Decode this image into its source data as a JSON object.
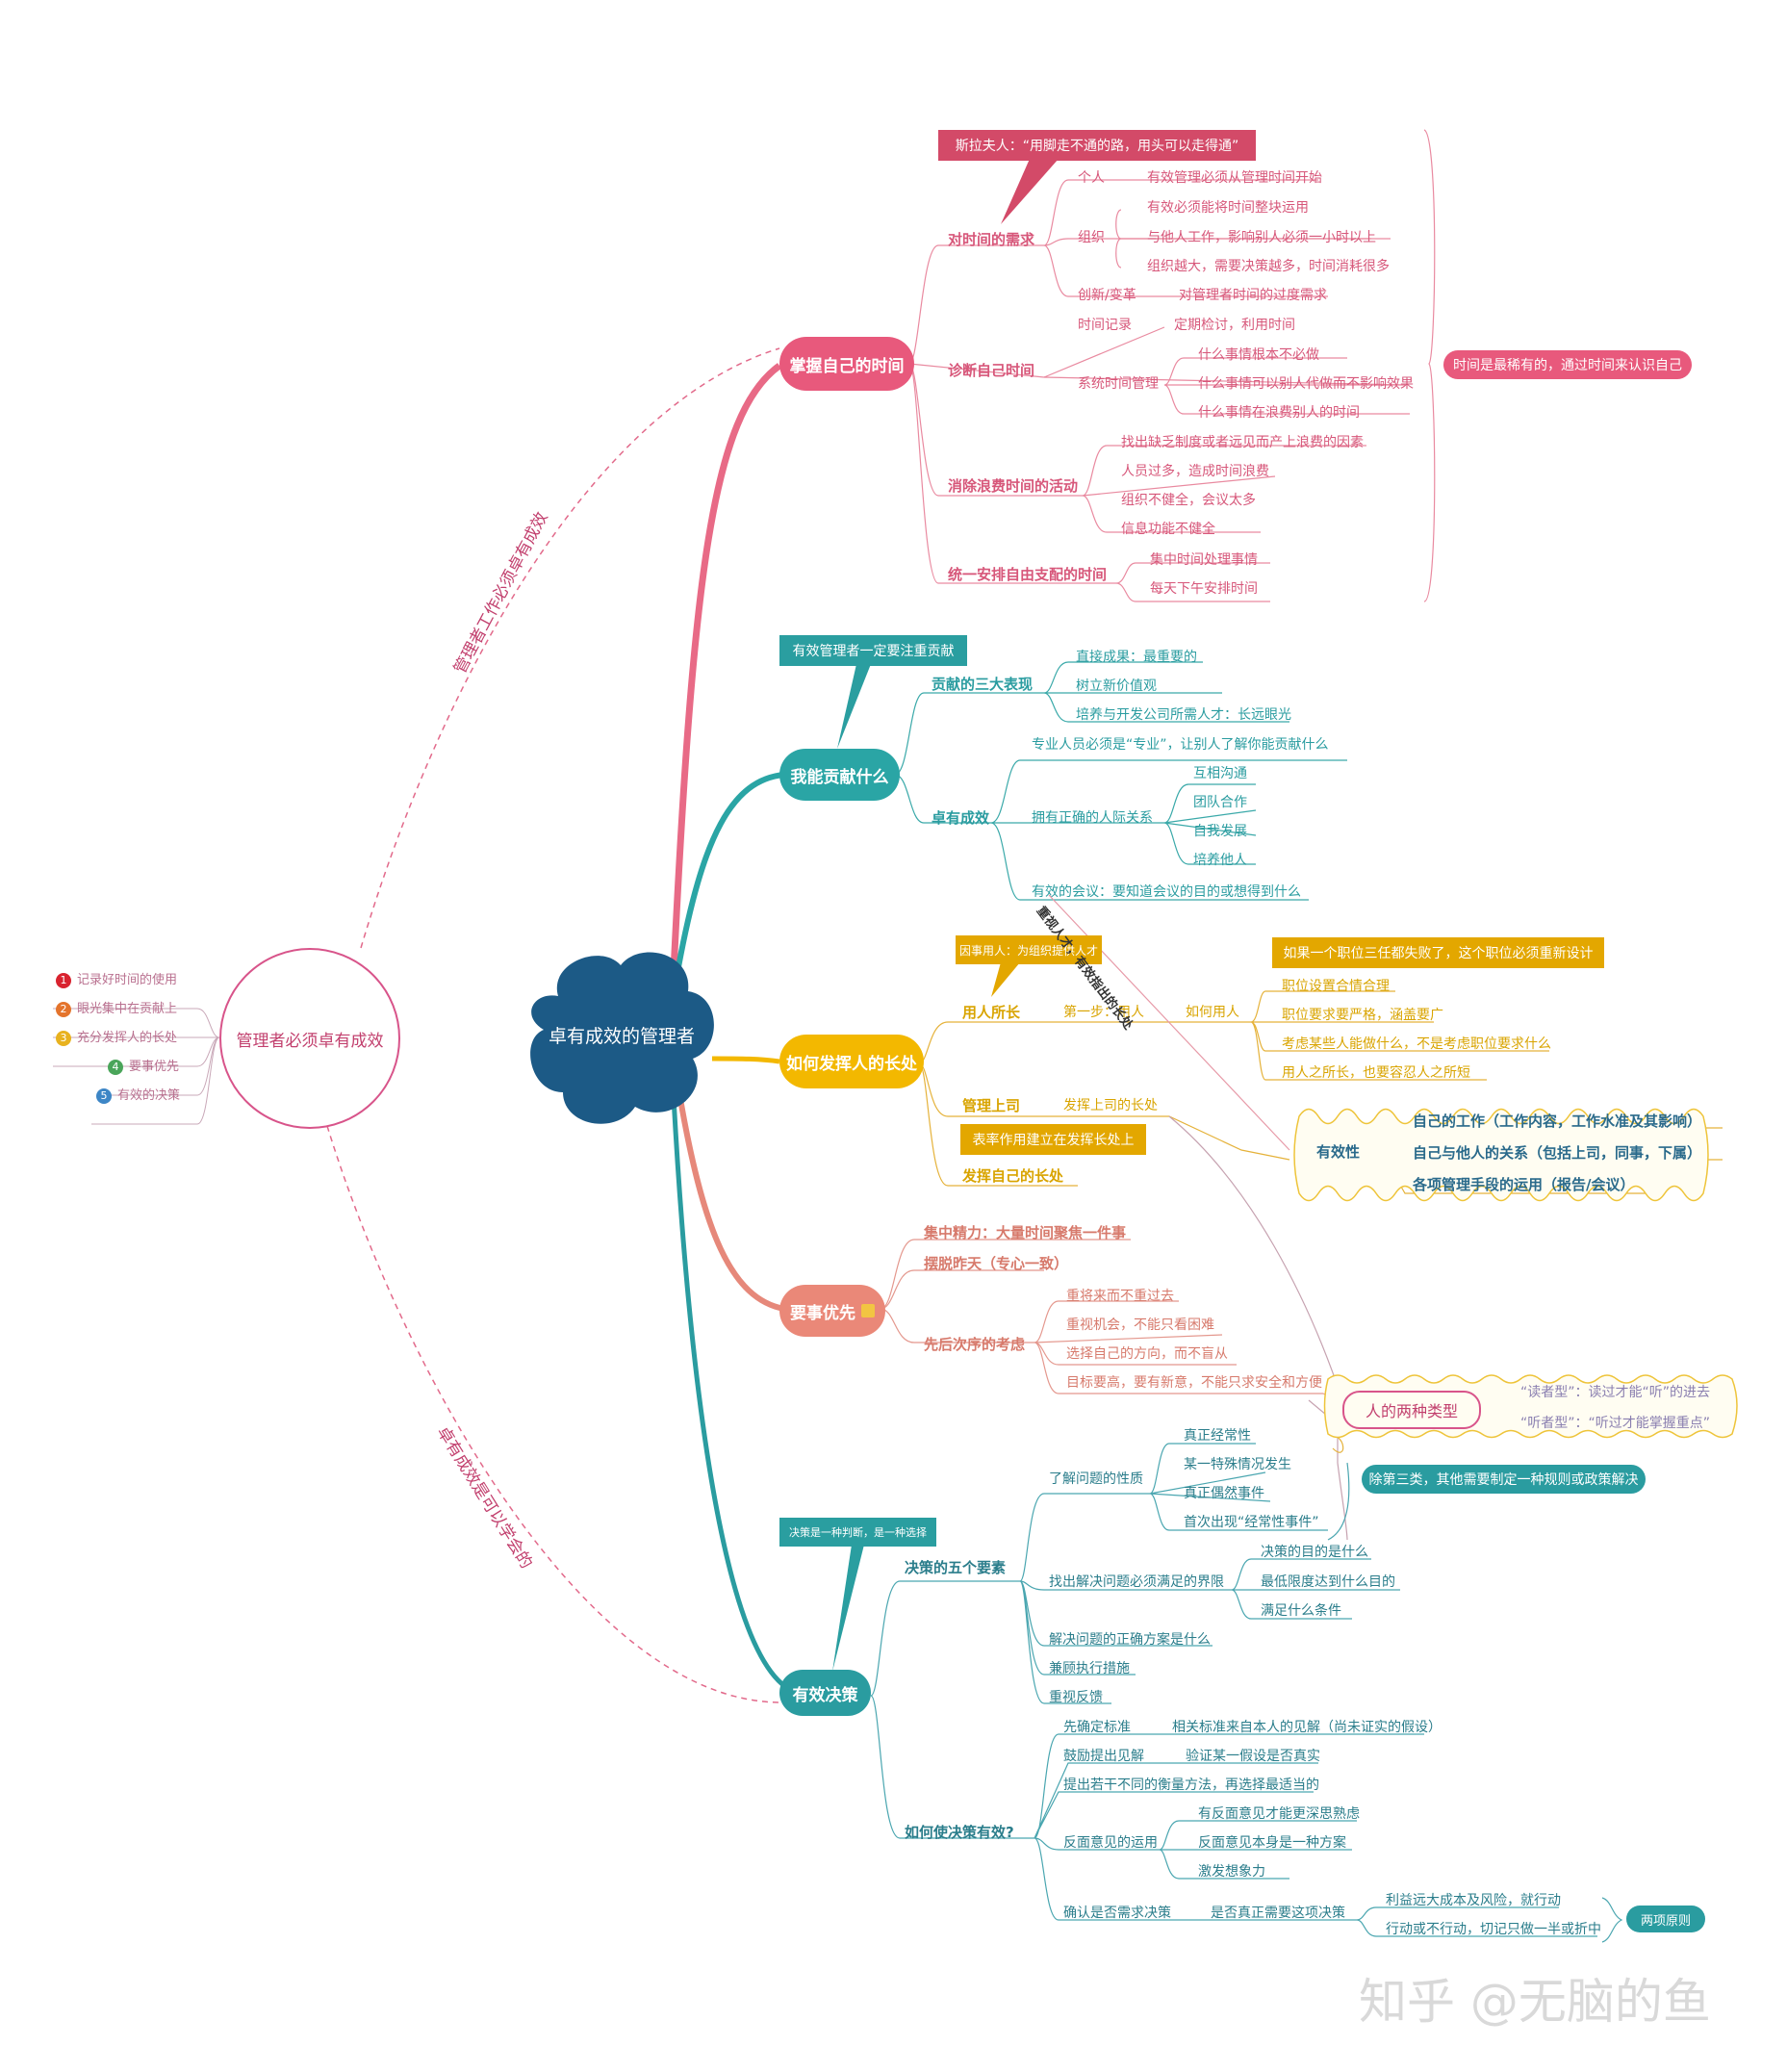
{
  "center": {
    "title": "卓有成效的管理者"
  },
  "left": {
    "node": "管理者必须卓有成效",
    "items": [
      "记录好时间的使用",
      "眼光集中在贡献上",
      "充分发挥人的长处",
      "要事优先",
      "有效的决策"
    ],
    "colors": [
      "#d9232f",
      "#e4742c",
      "#e8b21f",
      "#4aa55a",
      "#3d86c6"
    ],
    "arc_top": "管理者工作必须卓有成效",
    "arc_bottom": "卓有成效是可以学会的"
  },
  "branch1": {
    "title": "掌握自己的时间",
    "callout": "斯拉夫人：“用脚走不通的路，用头可以走得通”",
    "summary": "时间是最稀有的，通过时间来认识自己",
    "s1": {
      "label": "对时间的需求",
      "personal": "个人",
      "personal_v": "有效管理必须从管理时间开始",
      "org": "组织",
      "org_items": [
        "有效必须能将时间整块运用",
        "与他人工作，影响别人必须一小时以上",
        "组织越大，需要决策越多，时间消耗很多"
      ],
      "innov": "创新/变革",
      "innov_v": "对管理者时间的过度需求"
    },
    "s2": {
      "label": "诊断自己时间",
      "rec": "时间记录",
      "rec_v": "定期检讨，利用时间",
      "sys": "系统时间管理",
      "sys_items": [
        "什么事情根本不必做",
        "什么事情可以别人代做而不影响效果",
        "什么事情在浪费别人的时间"
      ]
    },
    "s3": {
      "label": "消除浪费时间的活动",
      "items": [
        "找出缺乏制度或者远见而产上浪费的因素",
        "人员过多，造成时间浪费",
        "组织不健全，会议太多",
        "信息功能不健全"
      ]
    },
    "s4": {
      "label": "统一安排自由支配的时间",
      "items": [
        "集中时间处理事情",
        "每天下午安排时间"
      ]
    }
  },
  "branch2": {
    "title": "我能贡献什么",
    "callout": "有效管理者一定要注重贡献",
    "s1": {
      "label": "贡献的三大表现",
      "items": [
        "直接成果：最重要的",
        "树立新价值观",
        "培养与开发公司所需人才：长远眼光"
      ]
    },
    "s2": {
      "label": "卓有成效",
      "pro": "专业人员必须是“专业”，让别人了解你能贡献什么",
      "rel": "拥有正确的人际关系",
      "rel_items": [
        "互相沟通",
        "团队合作",
        "自我发展",
        "培养他人"
      ],
      "meet": "有效的会议：要知道会议的目的或想得到什么"
    }
  },
  "branch3": {
    "title": "如何发挥人的长处",
    "callout1": "因事用人：为组织提供人才",
    "callout2": "如果一个职位三任都失败了，这个职位必须重新设计",
    "callout3": "表率作用建立在发挥长处上",
    "s1": {
      "label": "用人所长",
      "step1": "第一步：用人",
      "how": "如何用人",
      "how_items": [
        "职位设置合情合理",
        "职位要求要严格，涵盖要广",
        "考虑某些人能做什么，不是考虑职位要求什么",
        "用人之所长，也要容忍人之所短"
      ]
    },
    "s2": {
      "label": "管理上司",
      "v": "发挥上司的长处"
    },
    "s3": {
      "label": "发挥自己的长处"
    },
    "diag": "重视人才，有效指出的长处",
    "eff": {
      "label": "有效性",
      "items": [
        "自己的工作（工作内容，工作水准及其影响）",
        "自己与他人的关系（包括上司，同事，下属）",
        "各项管理手段的运用（报告/会议）"
      ]
    },
    "types": {
      "label": "人的两种类型",
      "items": [
        "“读者型”：读过才能“听”的进去",
        "“听者型”：“听过才能掌握重点”"
      ]
    }
  },
  "branch4": {
    "title": "要事优先",
    "s1": "集中精力：大量时间聚焦一件事",
    "s2": "摆脱昨天（专心一致）",
    "s3": {
      "label": "先后次序的考虑",
      "items": [
        "重将来而不重过去",
        "重视机会，不能只看困难",
        "选择自己的方向，而不盲从",
        "目标要高，要有新意，不能只求安全和方便"
      ]
    }
  },
  "branch5": {
    "title": "有效决策",
    "callout": "决策是一种判断，是一种选择",
    "note": "除第三类，其他需要制定一种规则或政策解决",
    "s1": {
      "label": "决策的五个要素",
      "nature": "了解问题的性质",
      "nature_items": [
        "真正经常性",
        "某一特殊情况发生",
        "真正偶然事件",
        "首次出现“经常性事件”"
      ],
      "bound": "找出解决问题必须满足的界限",
      "bound_items": [
        "决策的目的是什么",
        "最低限度达到什么目的",
        "满足什么条件"
      ],
      "others": [
        "解决问题的正确方案是什么",
        "兼顾执行措施",
        "重视反馈"
      ]
    },
    "s2": {
      "label": "如何使决策有效?",
      "a": "先确定标准",
      "a_v": "相关标准来自本人的见解（尚未证实的假设）",
      "b": "鼓励提出见解",
      "b_v": "验证某一假设是否真实",
      "c": "提出若干不同的衡量方法，再选择最适当的",
      "d": "反面意见的运用",
      "d_items": [
        "有反面意见才能更深思熟虑",
        "反面意见本身是一种方案",
        "激发想象力"
      ],
      "e": "确认是否需求决策",
      "e_v": "是否真正需要这项决策",
      "e_items": [
        "利益远大成本及风险，就行动",
        "行动或不行动，切记只做一半或折中"
      ],
      "rule": "两项原则"
    }
  },
  "watermark": "知乎 @无脑的鱼"
}
